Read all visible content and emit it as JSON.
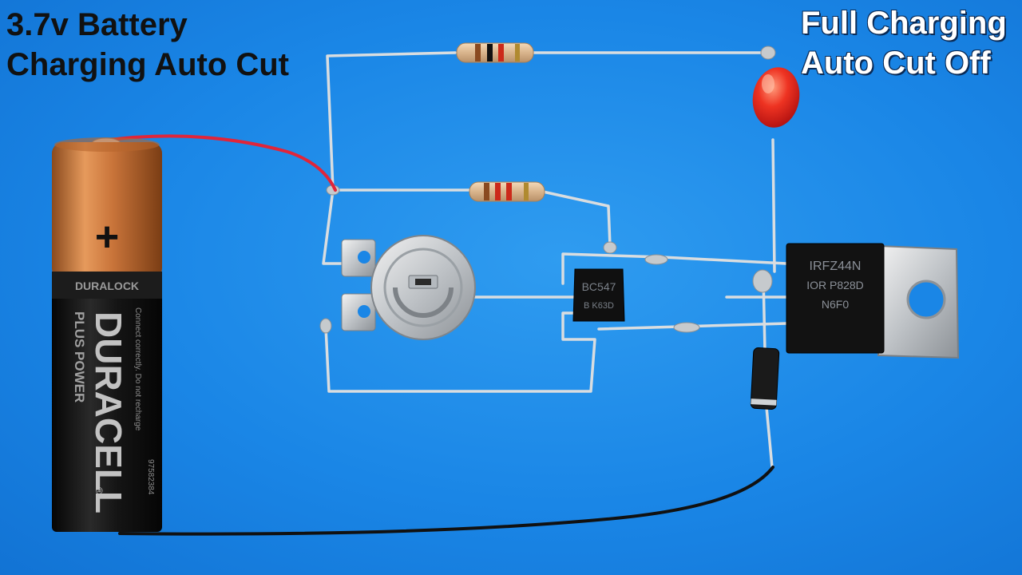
{
  "title_left": {
    "line1": "3.7v Battery",
    "line2": "Charging Auto Cut"
  },
  "title_right": {
    "line1": "Full Charging",
    "line2": "Auto Cut Off"
  },
  "battery": {
    "plus": "+",
    "brand_line": "DURALOCK",
    "brand": "DURACELL",
    "registered": "®",
    "tagline": "PLUS POWER",
    "code": "97582384",
    "warning": "Connect correctly. Do not recharge"
  },
  "transistor": {
    "line1": "BC547",
    "line2": "B K63D"
  },
  "mosfet": {
    "line1": "IRFZ44N",
    "line2": "IOR P828D",
    "line3": "N6F0"
  },
  "colors": {
    "background": "#1a86e6",
    "red_wire": "#e0253a",
    "black_wire": "#111111",
    "battery_copper": "#c9743a",
    "battery_black": "#141414",
    "led_red": "#e8281e"
  }
}
